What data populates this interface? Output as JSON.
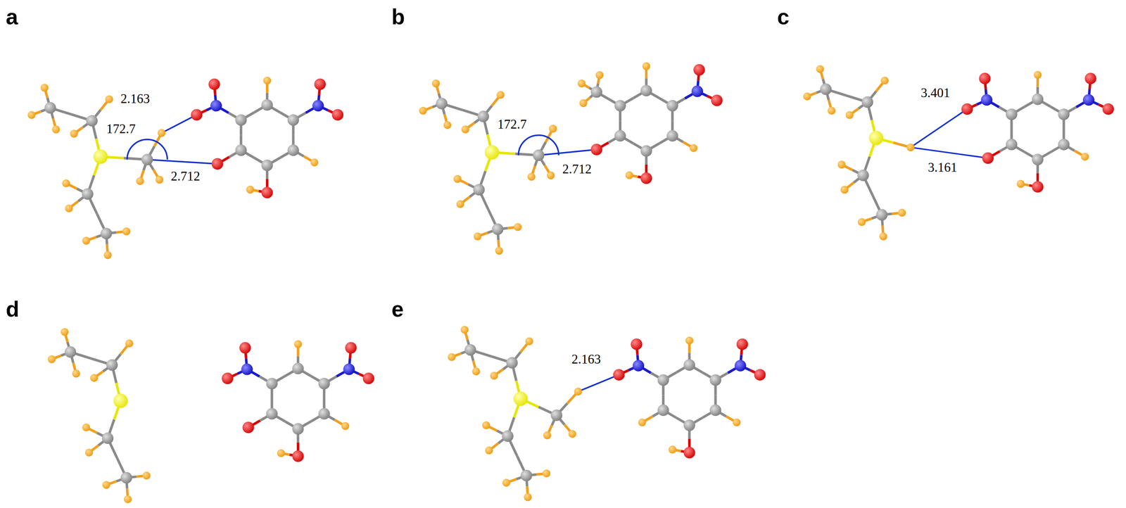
{
  "diagram": {
    "labels": [
      "a",
      "2.163",
      "172.7",
      "2.712",
      "b",
      "172.7",
      "2.712",
      "c",
      "3.401",
      "3.161",
      "d",
      "e",
      "2.163"
    ]
  }
}
